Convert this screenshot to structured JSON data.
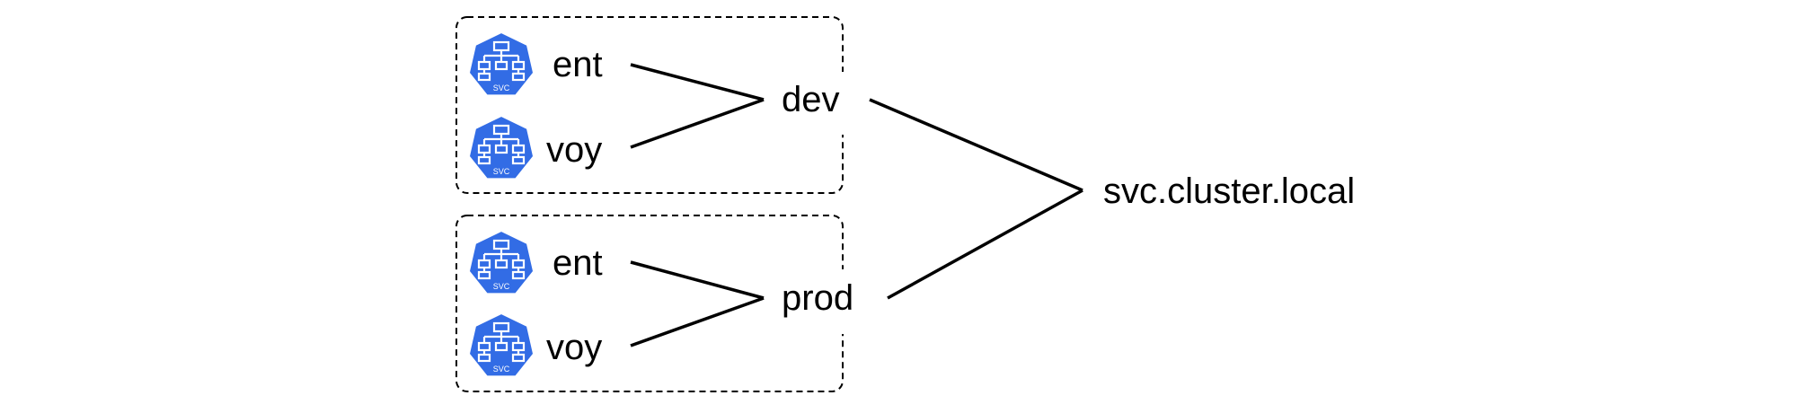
{
  "colors": {
    "svc_icon": "#326ce5",
    "icon_stroke": "#ffffff",
    "edges": "#000000"
  },
  "icon": {
    "name": "kubernetes-service-icon",
    "badge": "SVC"
  },
  "namespaces": [
    {
      "name": "dev",
      "services": [
        "ent",
        "voy"
      ]
    },
    {
      "name": "prod",
      "services": [
        "ent",
        "voy"
      ]
    }
  ],
  "root": "svc.cluster.local"
}
